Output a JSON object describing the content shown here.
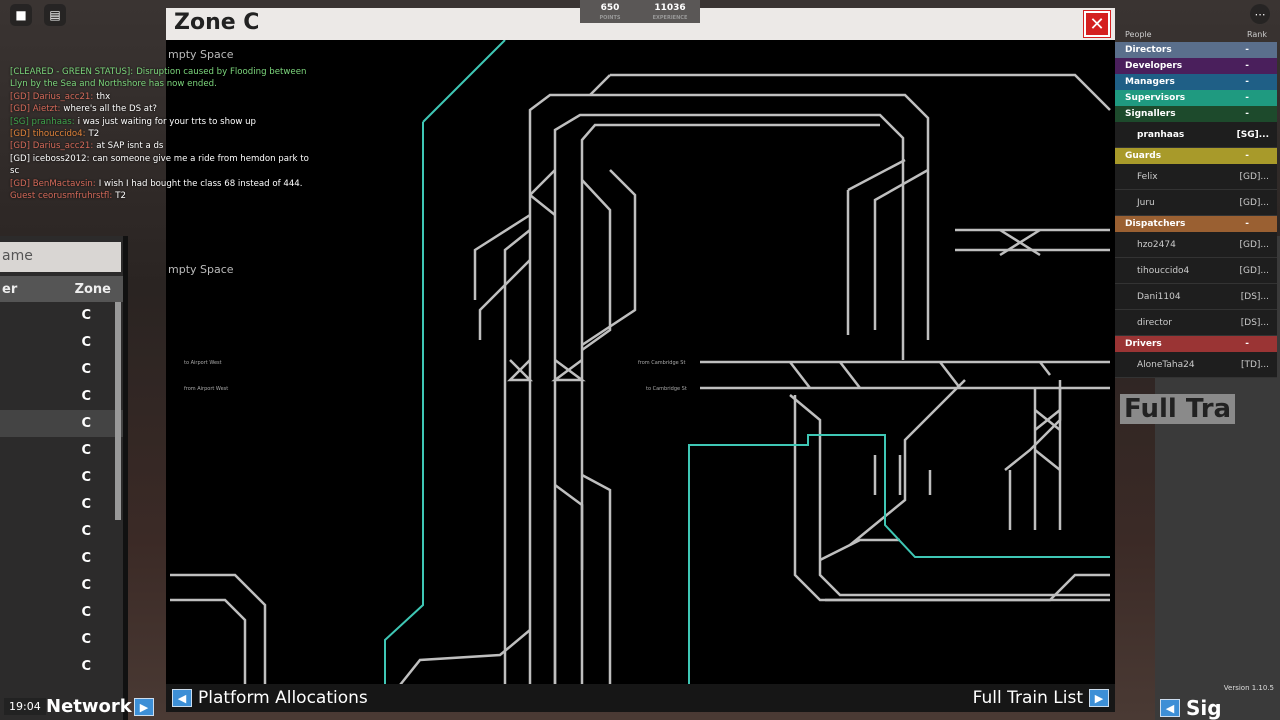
{
  "hud": {
    "points": "650",
    "points_label": "POINTS",
    "experience": "11036",
    "experience_label": "EXPERIENCE",
    "clock": "19:04",
    "version": "Version 1.10.5"
  },
  "chat": [
    {
      "name": "[CLEARED - GREEN STATUS]:",
      "text": "Disruption caused by Flooding between Llyn by the Sea and Northshore has now ended.",
      "color": "#7cd67c"
    },
    {
      "name": "[GD] Darius_acc21:",
      "text": "thx",
      "color": "#d46a5a"
    },
    {
      "name": "[GD] Aietzt:",
      "text": "where's all the DS at?",
      "color": "#d46a5a"
    },
    {
      "name": "[SG] pranhaas:",
      "text": "i was just waiting for your trts to show up",
      "color": "#3fa34d"
    },
    {
      "name": "[GD] tihouccido4:",
      "text": "T2",
      "color": "#e0833a"
    },
    {
      "name": "[GD] Darius_acc21:",
      "text": "at SAP isnt a ds",
      "color": "#d46a5a"
    },
    {
      "name": "[GD] iceboss2012:",
      "text": "can someone give me a ride from hemdon park to sc",
      "color": "#ffffff"
    },
    {
      "name": "[GD] BenMactavsin:",
      "text": "I wish I had bought the class 68 instead of 444.",
      "color": "#d46a5a"
    },
    {
      "name": "Guest ceorusmfruhrstfl:",
      "text": "T2",
      "color": "#d46a5a"
    }
  ],
  "left_panel": {
    "search_placeholder": "ame",
    "col_left": "er",
    "col_zone": "Zone",
    "rows": [
      "C",
      "C",
      "C",
      "C",
      "C",
      "C",
      "C",
      "C",
      "C",
      "C",
      "C",
      "C",
      "C",
      "C"
    ],
    "network_label": "Network"
  },
  "map": {
    "title": "Zone C",
    "empty_space_1": "mpty Space",
    "empty_space_2": "mpty Space",
    "labels": {
      "to_airport_west": "to Airport West",
      "from_airport_west": "from Airport West",
      "from_cambridge": "from Cambridge St",
      "to_cambridge": "to Cambridge St"
    },
    "platform_allocations": "Platform Allocations",
    "full_train_list": "Full Train List",
    "track_color": "#bfbfbf",
    "route_color": "#3fc7b5"
  },
  "people": {
    "header_people": "People",
    "header_rank": "Rank",
    "groups": [
      {
        "name": "Directors",
        "color": "#5a6f8c",
        "rank": "-",
        "members": []
      },
      {
        "name": "Developers",
        "color": "#4a1f5c",
        "rank": "-",
        "members": []
      },
      {
        "name": "Managers",
        "color": "#1f5f86",
        "rank": "-",
        "members": []
      },
      {
        "name": "Supervisors",
        "color": "#1f9a80",
        "rank": "-",
        "members": []
      },
      {
        "name": "Signallers",
        "color": "#1d4a2c",
        "rank": "-",
        "members": [
          {
            "name": "pranhaas",
            "rank": "[SG]..."
          }
        ]
      },
      {
        "name": "Guards",
        "color": "#a89a2a",
        "rank": "-",
        "members": [
          {
            "name": "Felix",
            "rank": "[GD]..."
          },
          {
            "name": "Juru",
            "rank": "[GD]..."
          }
        ]
      },
      {
        "name": "Dispatchers",
        "color": "#9a6032",
        "rank": "-",
        "members": [
          {
            "name": "hzo2474",
            "rank": "[GD]..."
          },
          {
            "name": "tihouccido4",
            "rank": "[GD]..."
          },
          {
            "name": "Dani1104",
            "rank": "[DS]..."
          },
          {
            "name": "director",
            "rank": "[DS]..."
          }
        ]
      },
      {
        "name": "Drivers",
        "color": "#9a3434",
        "rank": "-",
        "members": [
          {
            "name": "AloneTaha24",
            "rank": "[TD]..."
          }
        ]
      }
    ]
  },
  "right_panel": {
    "title": "Full Tra",
    "signal_label": "Sig"
  }
}
